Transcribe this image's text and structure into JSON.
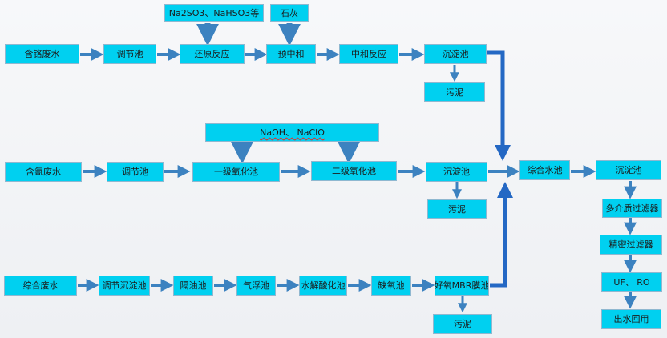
{
  "colors": {
    "box_fill": "#00d0f0",
    "box_border": "#8fb8d0",
    "arrow": "#3c82c0",
    "merge_arrow": "#2468c4"
  },
  "reagents": {
    "reagent_a": "Na2SO3、NaHSO3等",
    "reagent_b": "石灰",
    "reagent_c": "NaOH、 NaClO"
  },
  "row1": {
    "chromium_wastewater": "含铬废水",
    "equalization_tank": "调节池",
    "reduction_reaction": "还原反应",
    "pre_neutralization": "预中和",
    "neutralization_reaction": "中和反应",
    "sedimentation_tank": "沉淀池",
    "sludge": "污泥"
  },
  "row2": {
    "cyanide_wastewater": "含氰废水",
    "equalization_tank": "调节池",
    "primary_oxidation_tank": "一级氧化池",
    "secondary_oxidation_tank": "二级氧化池",
    "sedimentation_tank": "沉淀池",
    "sludge": "污泥"
  },
  "row3": {
    "comprehensive_wastewater": "综合废水",
    "equalization_sedimentation_tank": "调节沉淀池",
    "oil_separation_tank": "隔油池",
    "air_flotation_tank": "气浮池",
    "hydrolysis_acidification_tank": "水解酸化池",
    "anoxic_tank": "缺氧池",
    "aerobic_mbr_tank": "好氧MBR膜池",
    "sludge": "污泥"
  },
  "final": {
    "comprehensive_water_tank": "综合水池",
    "sedimentation_tank": "沉淀池",
    "multimedia_filter": "多介质过滤器",
    "precision_filter": "精密过滤器",
    "uf_ro": "UF、 RO",
    "effluent_reuse": "出水回用"
  }
}
